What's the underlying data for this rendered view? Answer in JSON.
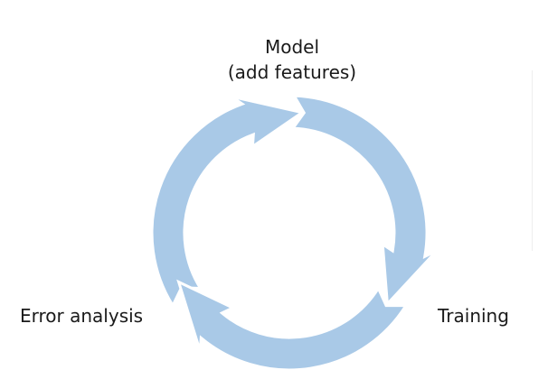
{
  "nodes": {
    "model": {
      "line1": "Model",
      "line2": "(add features)"
    },
    "training": "Training",
    "error_analysis": "Error analysis"
  },
  "colors": {
    "arrow_fill": "#a9c9e7",
    "arrow_stroke": "#ffffff",
    "text": "#1a1a1a",
    "background": "#ffffff"
  }
}
